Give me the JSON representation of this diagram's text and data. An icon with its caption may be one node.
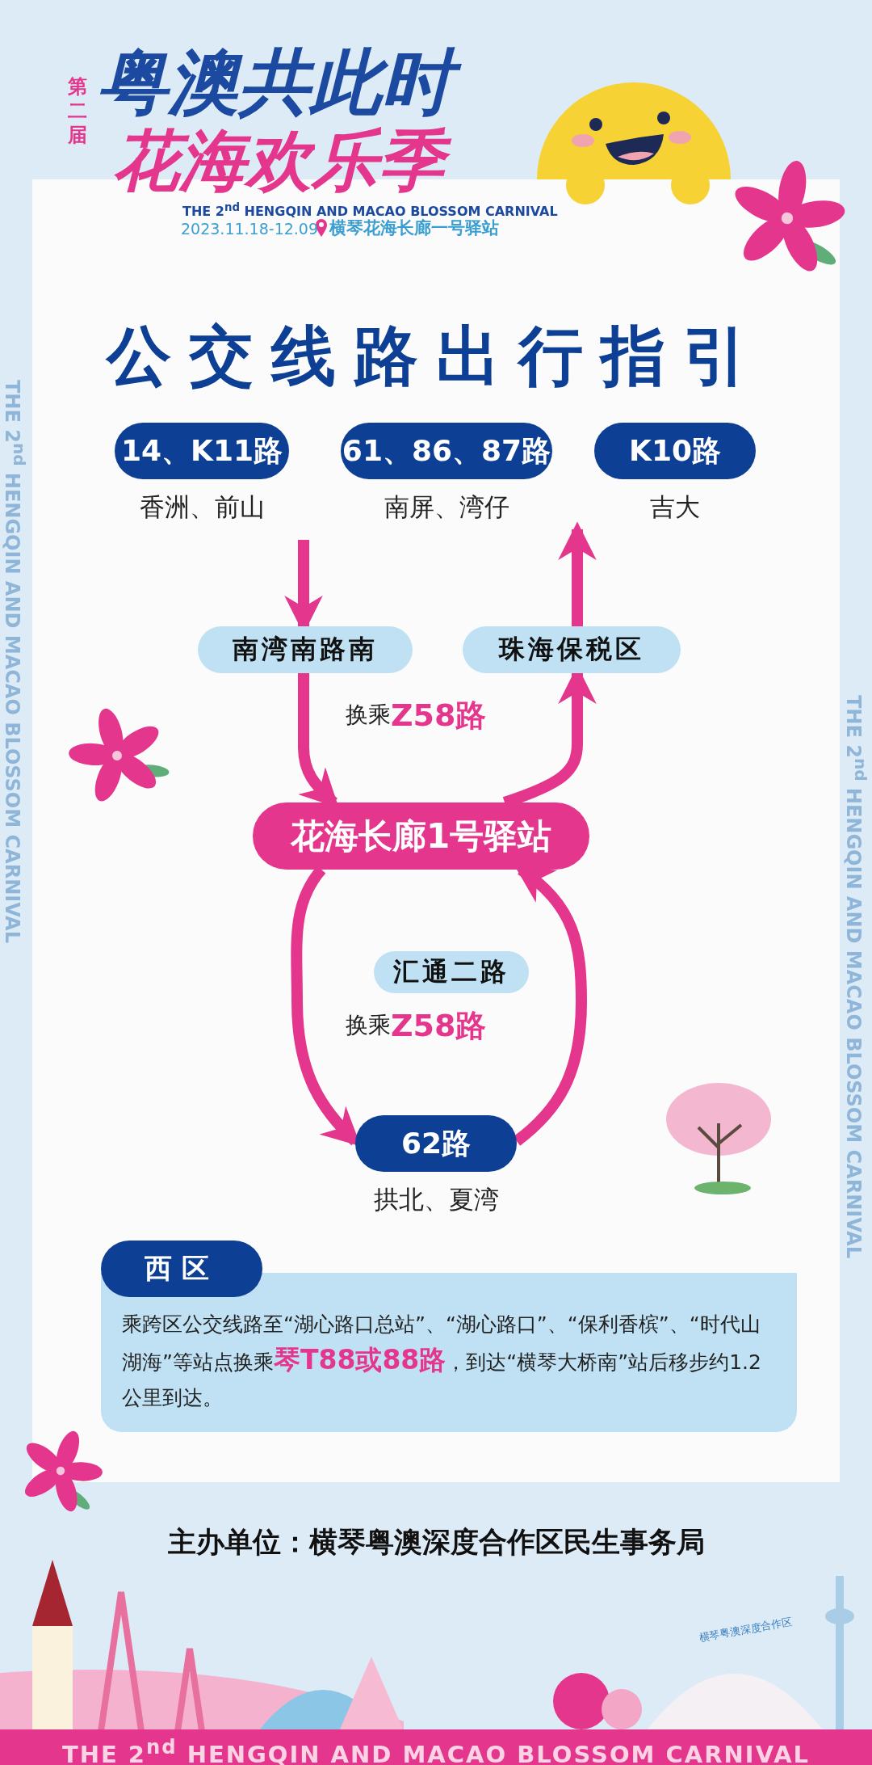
{
  "diagram": {
    "title": "公交线路出行指引",
    "nodes": [
      {
        "text": [
          "14、K11路"
        ],
        "beside": [
          "香洲、前山"
        ]
      },
      {
        "text": [
          "61、86、87路"
        ],
        "beside": [
          "南屏、湾仔"
        ]
      },
      {
        "text": [
          "K10路"
        ],
        "beside": [
          "吉大"
        ]
      },
      {
        "text": [
          "南湾南路南"
        ]
      },
      {
        "text": [
          "珠海保税区"
        ]
      },
      {
        "text": [
          "花海长廊1号驿站"
        ]
      },
      {
        "text": [
          "汇通二路"
        ]
      },
      {
        "text": [
          "62路"
        ],
        "beside": [
          "拱北、夏湾"
        ]
      },
      {
        "text": [
          "西区",
          "乘跨区公交线路至“湖心路口总站”、“湖心路口”、“保利香槟”、“时代山湖海”等站点换乘**琴T88或88路**，到达“横琴大桥南”站后移步约1.2公里到达。"
        ]
      }
    ],
    "edges": [
      {
        "from": 0,
        "to": 3,
        "arrow": "to"
      },
      {
        "from": 3,
        "to": 5,
        "arrow": "to"
      },
      {
        "from": 5,
        "to": 4,
        "arrow": "to"
      },
      {
        "from": 4,
        "to": 2,
        "arrow": "to"
      },
      {
        "from": 5,
        "to": 7,
        "arrow": "to"
      },
      {
        "from": 7,
        "to": 5,
        "arrow": "to"
      }
    ],
    "labels": [
      "第二届",
      "粤澳共此时",
      "花海欢乐季",
      "THE 2$^{nd}$ HENGQIN AND MACAO BLOSSOM CARNIVAL",
      "2023.11.18-12.09",
      "横琴花海长廊一号驿站",
      "THE 2$^{nd}$ HENGQIN AND MACAO BLOSSOM CARNIVAL",
      "THE 2$^{nd}$ HENGQIN AND MACAO BLOSSOM CARNIVAL",
      "换乘**Z58路**",
      "换乘**Z58路**",
      "主办单位：横琴粤澳深度合作区民生事务局",
      "横琴粤澳深度合作区",
      "THE 2$^{nd}$ HENGQIN AND MACAO BLOSSOM CARNIVAL"
    ]
  }
}
